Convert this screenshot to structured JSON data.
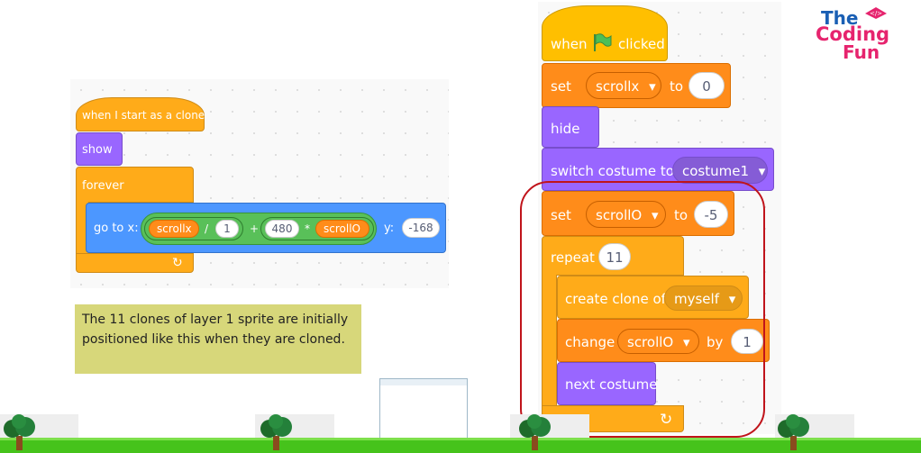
{
  "logo": {
    "line1": "The",
    "line2": "Coding",
    "line3": "Fun"
  },
  "left_script": {
    "hat": "when I start as a clone",
    "show": "show",
    "forever": "forever",
    "goto_prefix": "go to x:",
    "var1": "scrollx",
    "div_op": "/",
    "num1": "1",
    "plus_op": "+",
    "num480": "480",
    "mul_op": "*",
    "var2": "scrollO",
    "y_label": "y:",
    "y_value": "-168",
    "loop_arrow": "↻"
  },
  "note": "The 11 clones of layer 1 sprite are initially positioned like this when they are cloned.",
  "right_script": {
    "hat_when": "when",
    "hat_clicked": "clicked",
    "set1": "set",
    "set1_var": "scrollx",
    "set1_to": "to",
    "set1_val": "0",
    "hide": "hide",
    "switch_costume": "switch costume to",
    "costume_value": "costume1",
    "set2": "set",
    "set2_var": "scrollO",
    "set2_to": "to",
    "set2_val": "-5",
    "repeat": "repeat",
    "repeat_count": "11",
    "create_clone": "create clone of",
    "clone_target": "myself",
    "change": "change",
    "change_var": "scrollO",
    "change_by": "by",
    "change_val": "1",
    "next_costume": "next costume",
    "loop_arrow": "↻"
  },
  "colors": {
    "events": "#ffbf00",
    "control": "#ffab19",
    "variables": "#ff8c1a",
    "looks": "#9966ff",
    "motion": "#4c97ff",
    "operators": "#59c059",
    "highlight": "#c0141b",
    "note_bg": "#d7d77a",
    "grass": "#46c31b",
    "logo_blue": "#1a5fb4",
    "logo_pink": "#e6246e"
  },
  "icons": {
    "dropdown": "▾",
    "flag": "green-flag-icon",
    "hat_logo": "cap-icon"
  }
}
